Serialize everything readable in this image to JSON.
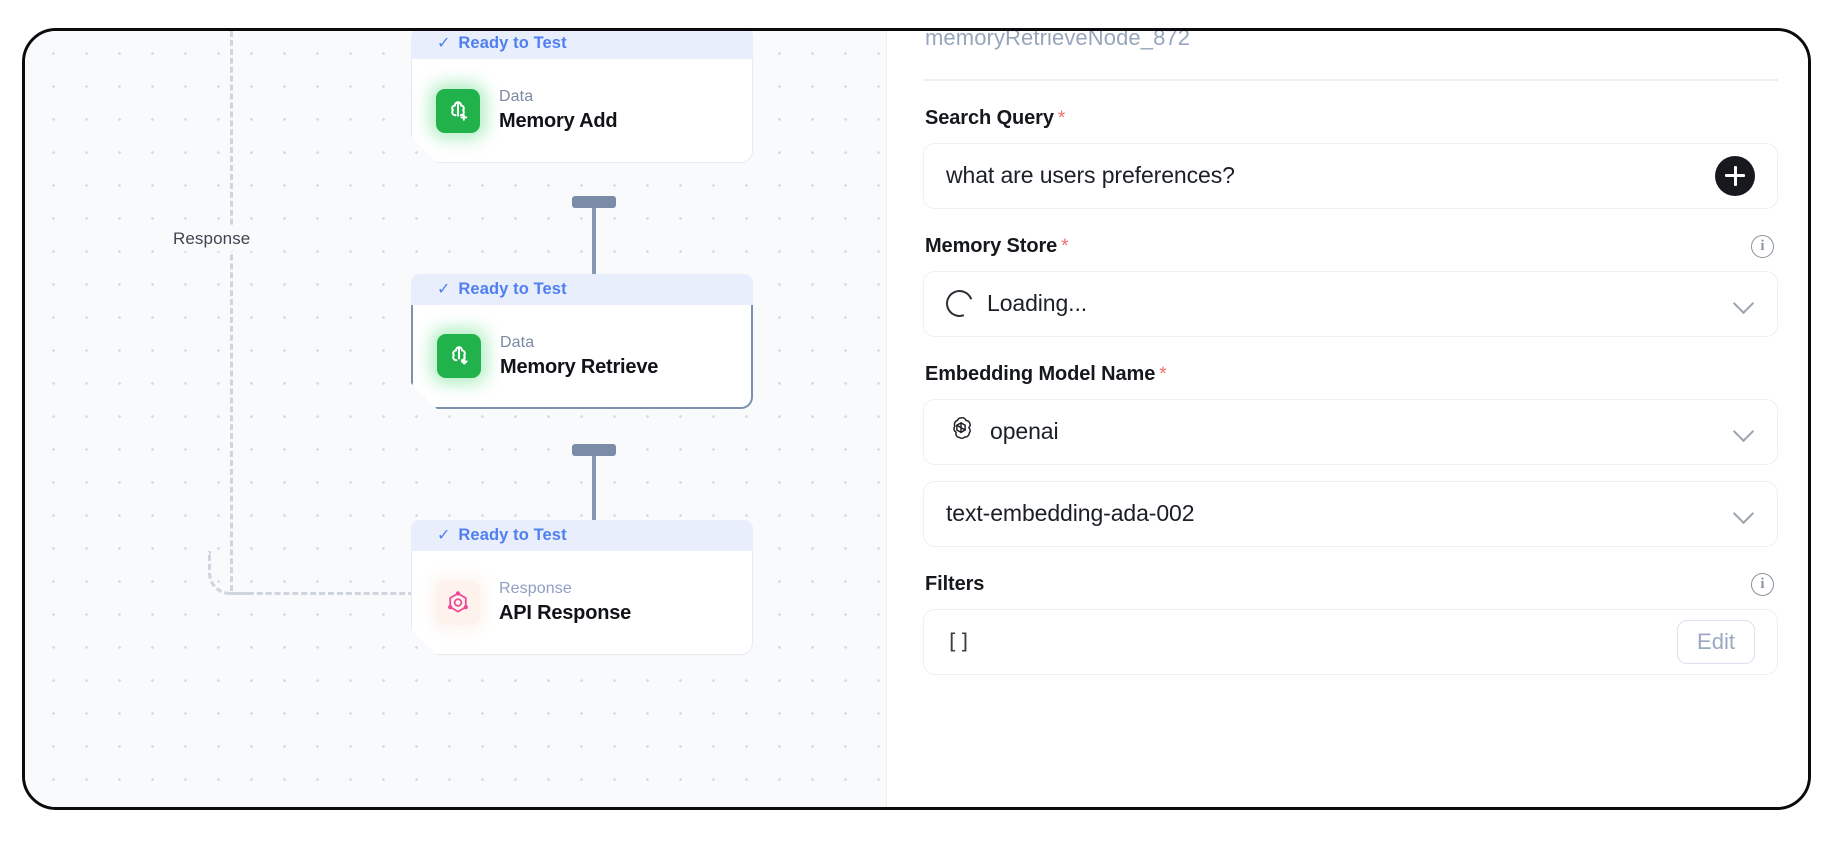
{
  "canvas": {
    "edge_label": "Response",
    "nodes": [
      {
        "status": "Ready to Test",
        "kind": "Data",
        "title": "Memory Add",
        "icon": "brain-add-icon",
        "selected": false
      },
      {
        "status": "Ready to Test",
        "kind": "Data",
        "title": "Memory Retrieve",
        "icon": "brain-retrieve-icon",
        "selected": true
      },
      {
        "status": "Ready to Test",
        "kind": "Response",
        "title": "API Response",
        "icon": "api-response-icon",
        "selected": false
      }
    ]
  },
  "panel": {
    "node_id": "memoryRetrieveNode_872",
    "fields": {
      "search_query": {
        "label": "Search Query",
        "required": "*",
        "value": "what are users preferences?",
        "add_button": "+"
      },
      "memory_store": {
        "label": "Memory Store",
        "required": "*",
        "value": "Loading...",
        "info": "i"
      },
      "embedding_model_name": {
        "label": "Embedding Model Name",
        "required": "*",
        "provider": "openai",
        "model": "text-embedding-ada-002"
      },
      "filters": {
        "label": "Filters",
        "value": "[]",
        "edit_label": "Edit",
        "info": "i"
      }
    }
  },
  "colors": {
    "accent_blue": "#4f7ff0",
    "status_bg": "#e8eefc",
    "node_green": "#22b24c",
    "required_red": "#f2706e",
    "muted": "#97a6bd",
    "edge": "#8697b0"
  }
}
